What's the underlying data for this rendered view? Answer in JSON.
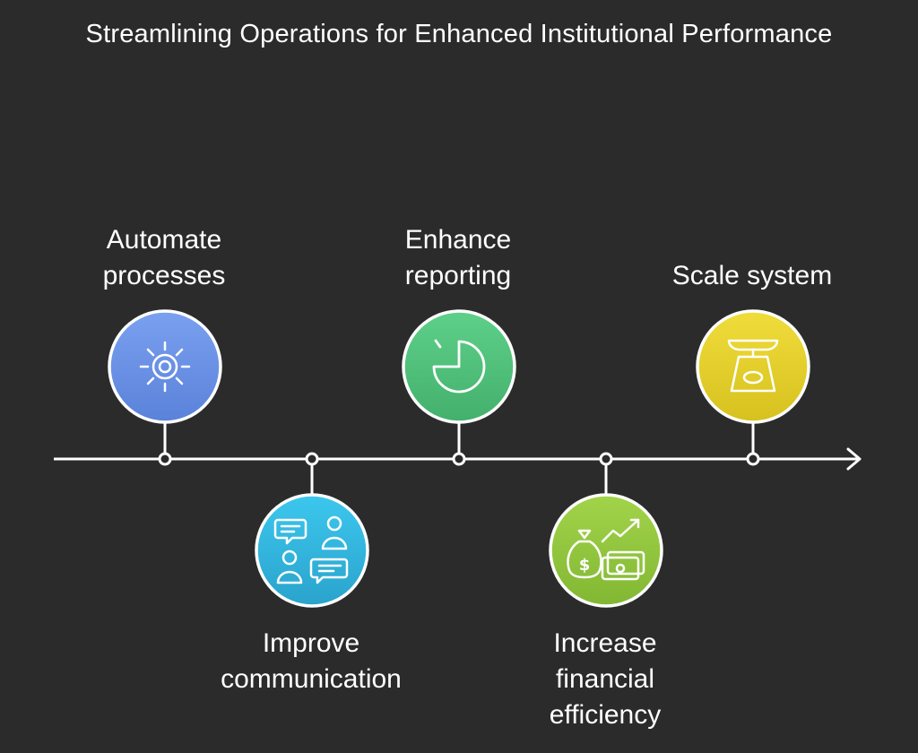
{
  "title": "Streamlining Operations for Enhanced Institutional Performance",
  "steps": [
    {
      "label_lines": [
        "Automate",
        "processes"
      ],
      "icon": "gear-icon",
      "color": "#6b93e6"
    },
    {
      "label_lines": [
        "Improve",
        "communication"
      ],
      "icon": "chat-users-icon",
      "color": "#31b5dc"
    },
    {
      "label_lines": [
        "Enhance",
        "reporting"
      ],
      "icon": "pie-chart-icon",
      "color": "#4fc27c"
    },
    {
      "label_lines": [
        "Increase",
        "financial",
        "efficiency"
      ],
      "icon": "money-growth-icon",
      "color": "#92c83f"
    },
    {
      "label_lines": [
        "Scale system"
      ],
      "icon": "scale-icon",
      "color": "#e3cf2a"
    }
  ],
  "colors": {
    "background": "#2b2b2b",
    "line": "#ffffff",
    "text": "#ffffff"
  }
}
